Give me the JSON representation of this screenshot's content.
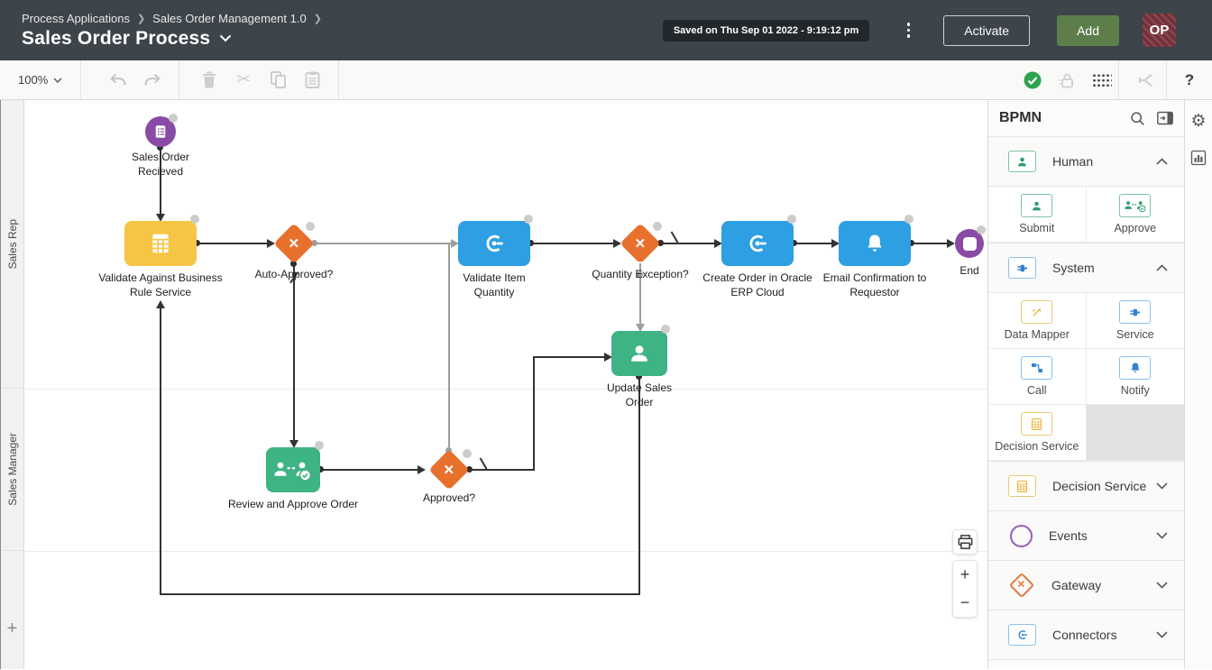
{
  "header": {
    "breadcrumbs": [
      "Process Applications",
      "Sales Order Management 1.0"
    ],
    "title": "Sales Order Process",
    "saved_status": "Saved on Thu Sep 01 2022 - 9:19:12 pm",
    "activate_label": "Activate",
    "add_label": "Add",
    "avatar_initials": "OP"
  },
  "toolbar": {
    "zoom_level": "100%",
    "help_label": "?"
  },
  "lanes": {
    "lane1": "Sales Rep",
    "lane2": "Sales Manager",
    "add_lane_label": "+"
  },
  "canvas": {
    "nodes": {
      "start": {
        "label": "Sales Order Recieved",
        "type": "message-start-event"
      },
      "validate_rule": {
        "label": "Validate Against Business Rule Service",
        "type": "decision-service-task"
      },
      "auto_approved": {
        "label": "Auto-Approved?",
        "type": "exclusive-gateway"
      },
      "validate_item": {
        "label": "Validate Item Quantity",
        "type": "service-task"
      },
      "quantity_exception": {
        "label": "Quantity Exception?",
        "type": "exclusive-gateway"
      },
      "create_order": {
        "label": "Create Order in Oracle ERP Cloud",
        "type": "service-task"
      },
      "email_confirmation": {
        "label": "Email Confirmation to Requestor",
        "type": "notify-task"
      },
      "end": {
        "label": "End",
        "type": "end-event"
      },
      "update_order": {
        "label": "Update Sales Order",
        "type": "human-task"
      },
      "review_approve": {
        "label": "Review and Approve Order",
        "type": "approve-task"
      },
      "approved": {
        "label": "Approved?",
        "type": "exclusive-gateway"
      }
    },
    "gateway_x": "✕"
  },
  "palette": {
    "title": "BPMN",
    "sections": [
      {
        "label": "Human",
        "items": [
          {
            "label": "Submit"
          },
          {
            "label": "Approve"
          }
        ]
      },
      {
        "label": "System",
        "items": [
          {
            "label": "Data Mapper"
          },
          {
            "label": "Service"
          },
          {
            "label": "Call"
          },
          {
            "label": "Notify"
          },
          {
            "label": "Decision Service"
          }
        ]
      },
      {
        "label": "Decision Service"
      },
      {
        "label": "Events"
      },
      {
        "label": "Gateway"
      },
      {
        "label": "Connectors"
      }
    ]
  },
  "zoom_controls": {
    "zoom_in": "+",
    "zoom_out": "−"
  },
  "colors": {
    "header_bg": "#3d444a",
    "add_button_green": "#5d7e4b",
    "node_yellow": "#f6c545",
    "node_blue": "#2d9fe2",
    "node_green": "#3eb383",
    "gateway_orange": "#e8702d",
    "event_purple": "#8a4ba6",
    "valid_check_green": "#2fa24f"
  }
}
